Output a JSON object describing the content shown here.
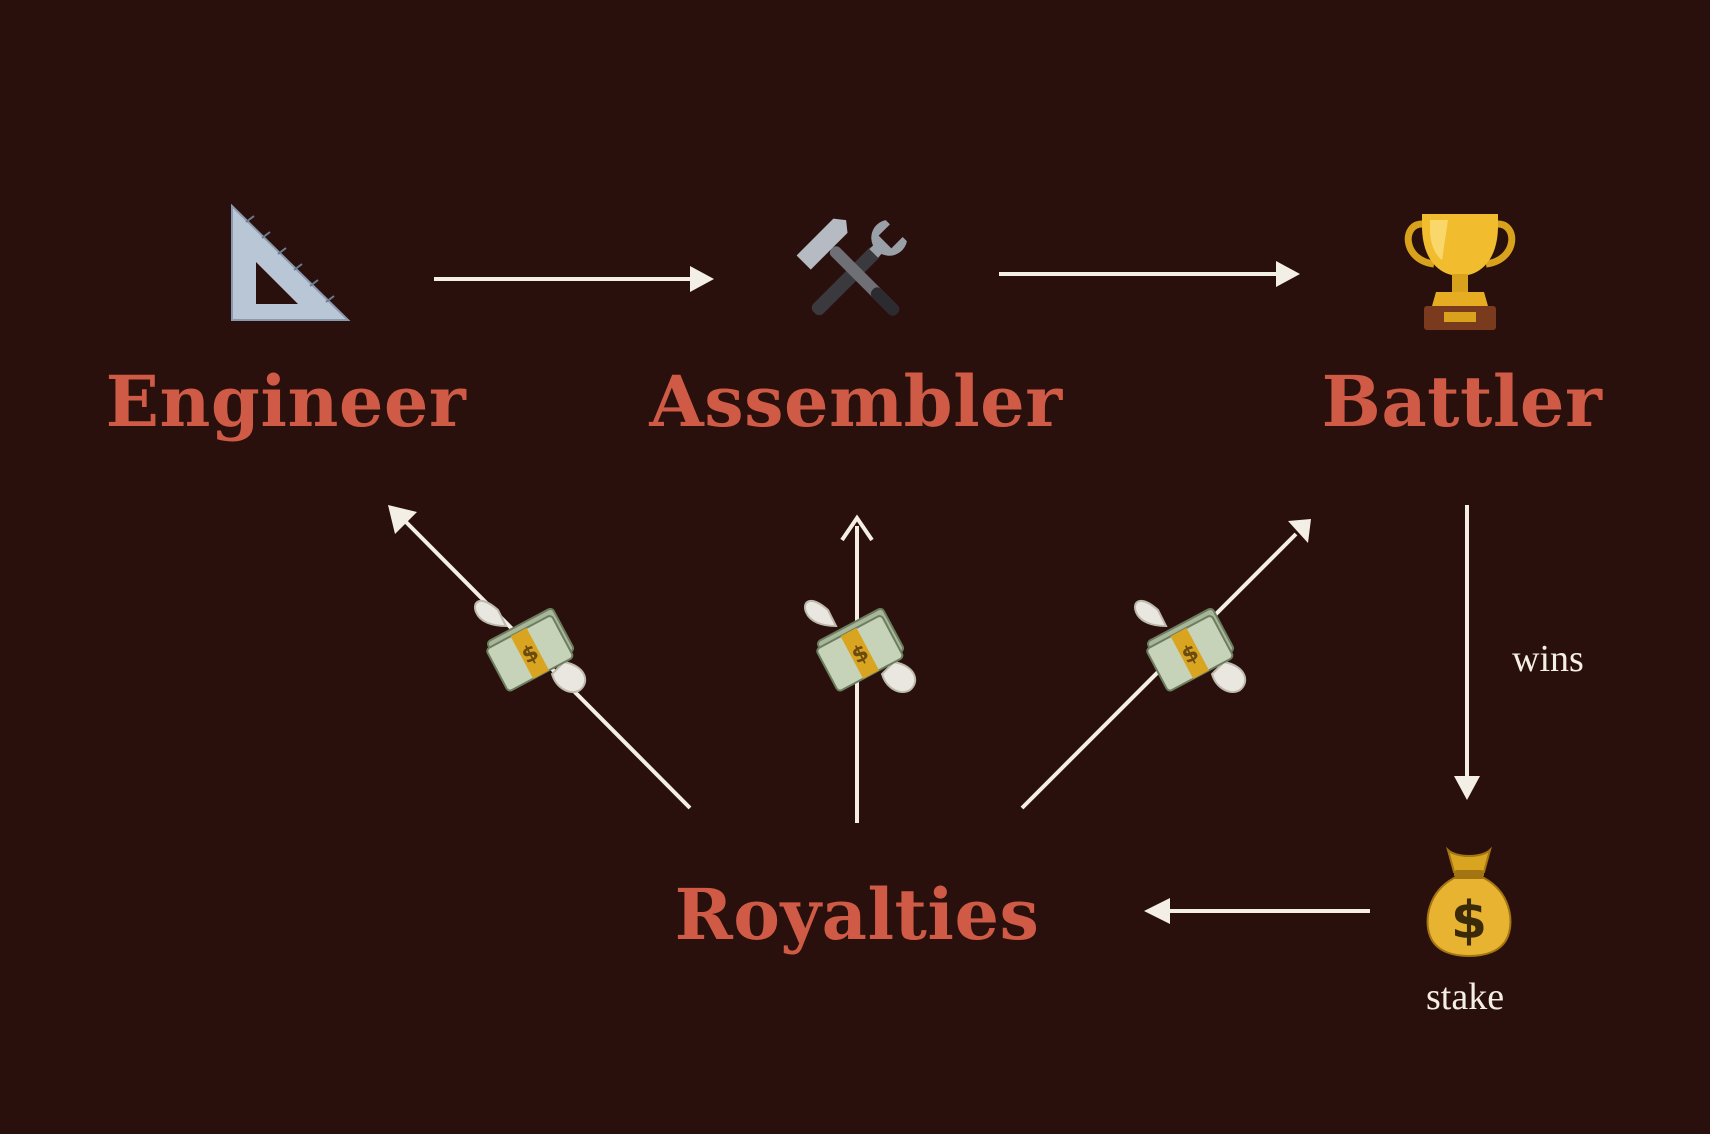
{
  "nodes": {
    "engineer": {
      "label": "Engineer",
      "icon": "triangular-ruler-icon"
    },
    "assembler": {
      "label": "Assembler",
      "icon": "hammer-and-wrench-icon"
    },
    "battler": {
      "label": "Battler",
      "icon": "trophy-icon"
    },
    "royalties": {
      "label": "Royalties"
    },
    "stake": {
      "label": "stake",
      "icon": "money-bag-icon"
    }
  },
  "edges": {
    "wins_label": "wins",
    "money_icon": "money-with-wings-icon"
  },
  "colors": {
    "background": "#2a100c",
    "label": "#cf5a45",
    "arrow": "#f4efe6"
  }
}
